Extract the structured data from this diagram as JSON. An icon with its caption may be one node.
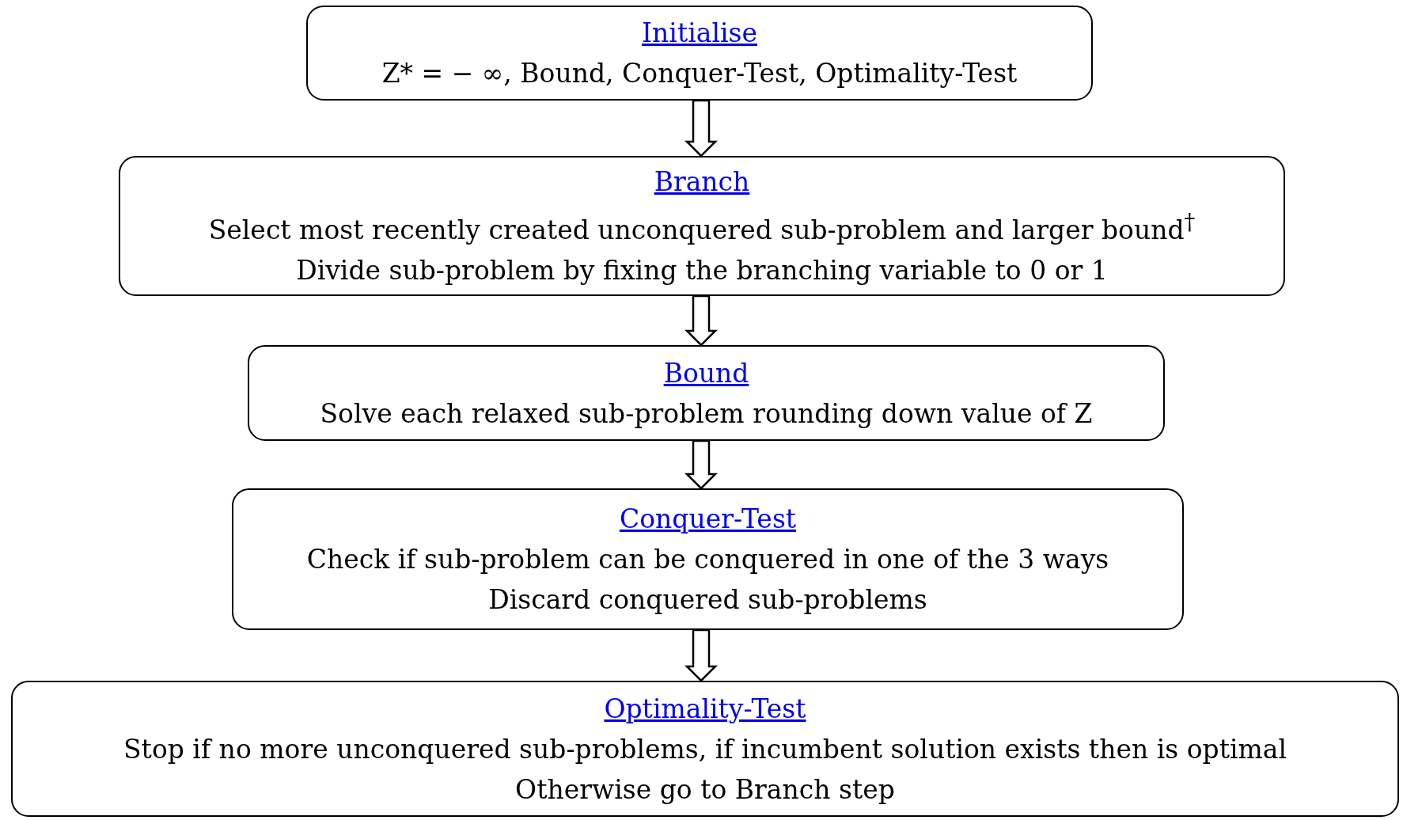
{
  "diagram": {
    "nodes": [
      {
        "text": [
          "Initialise",
          "Z* = − ∞, Bound, Conquer-Test, Optimality-Test"
        ]
      },
      {
        "text": [
          "Branch",
          "Select most recently created unconquered sub-problem and larger bound$^{†}$",
          "Divide sub-problem by fixing the branching variable to 0 or 1"
        ]
      },
      {
        "text": [
          "Bound",
          "Solve each relaxed sub-problem rounding down value of Z"
        ]
      },
      {
        "text": [
          "Conquer-Test",
          "Check if sub-problem can be conquered in one of the 3 ways",
          "Discard conquered sub-problems"
        ]
      },
      {
        "text": [
          "Optimality-Test",
          "Stop if no more unconquered sub-problems, if incumbent solution exists then is optimal",
          "Otherwise go to Branch step"
        ]
      }
    ],
    "edges": [
      {
        "from": 0,
        "to": 1,
        "arrow": "to"
      },
      {
        "from": 1,
        "to": 2,
        "arrow": "to"
      },
      {
        "from": 2,
        "to": 3,
        "arrow": "to"
      },
      {
        "from": 3,
        "to": 4,
        "arrow": "to"
      }
    ]
  }
}
